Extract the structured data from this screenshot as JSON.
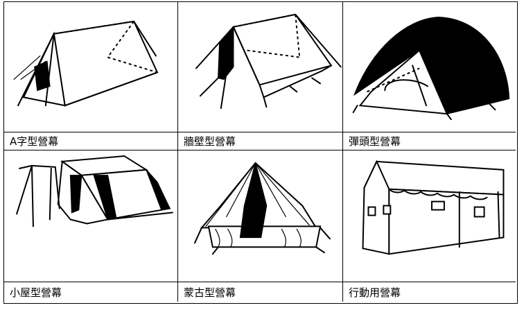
{
  "tents": [
    {
      "label": "A字型營幕"
    },
    {
      "label": "牆壁型營幕"
    },
    {
      "label": "彈頭型營幕"
    },
    {
      "label": "小屋型營幕"
    },
    {
      "label": "蒙古型營幕"
    },
    {
      "label": "行動用營幕"
    }
  ]
}
